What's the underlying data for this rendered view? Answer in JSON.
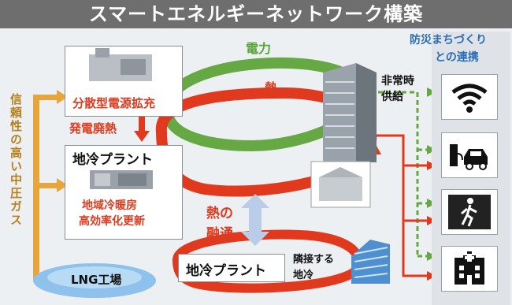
{
  "title": "スマートエネルギーネットワーク構築",
  "left_vertical": "信頼性の高い中圧ガス",
  "right_panel": {
    "heading_line1": "防災まちづくり",
    "heading_line2": "との連携"
  },
  "nodes": {
    "distributed_power": "分散型電源拡充",
    "waste_heat": "発電廃熱",
    "plant_top": "地冷プラント",
    "plant_caption_line1": "地域冷暖房",
    "plant_caption_line2": "高効率化更新",
    "lng": "LNG工場",
    "plant_bottom": "地冷プラント",
    "adjacent_line1": "隣接する",
    "adjacent_line2": "地冷"
  },
  "flows": {
    "electricity": "電力",
    "heat": "熱",
    "interchange_line1": "熱の",
    "interchange_line2": "融通",
    "emergency_line1": "非常時",
    "emergency_line2": "供給"
  },
  "icons": [
    "wifi-icon",
    "ev-charging-icon",
    "emergency-exit-icon",
    "hospital-icon"
  ],
  "colors": {
    "electricity": "#66a843",
    "heat": "#e0391e",
    "gas": "#e8a63a",
    "title_bg": "#6e6e6e",
    "interchange": "#b9cde8"
  }
}
